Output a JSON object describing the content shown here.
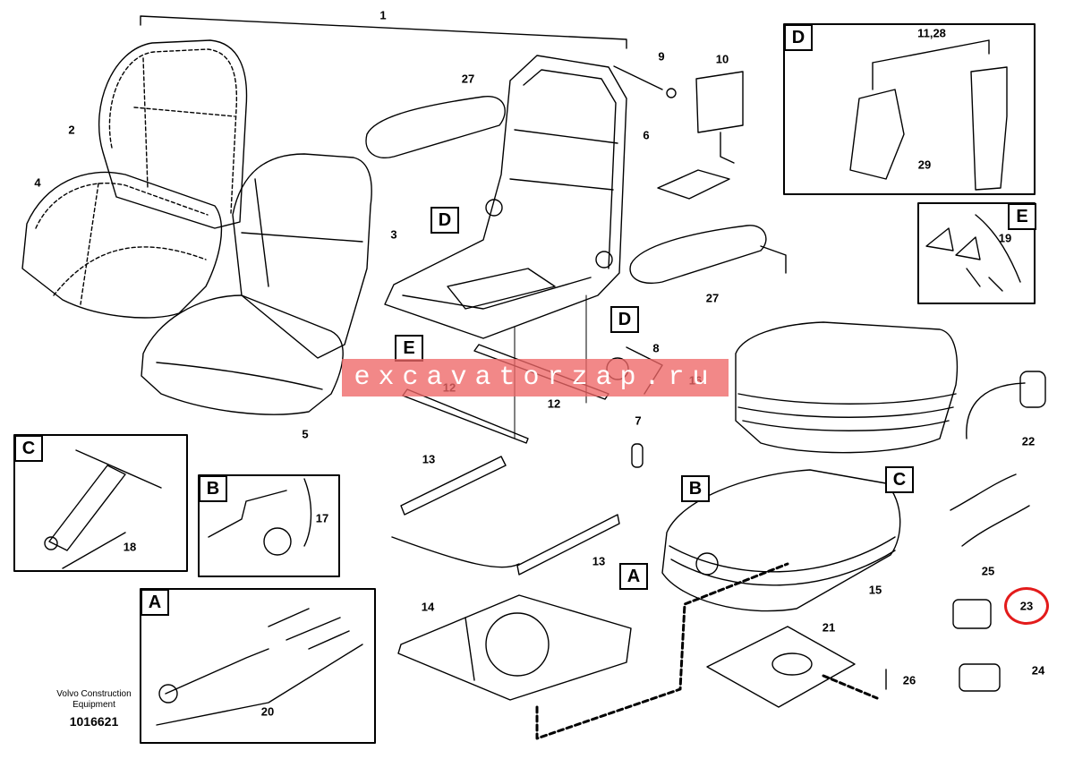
{
  "callouts": {
    "c1": "1",
    "c2": "2",
    "c3": "3",
    "c4": "4",
    "c5": "5",
    "c6": "6",
    "c7": "7",
    "c8": "8",
    "c9": "9",
    "c10": "10",
    "c11_28": "11,28",
    "c12a": "12",
    "c12b": "12",
    "c13a": "13",
    "c13b": "13",
    "c14": "14",
    "c15": "15",
    "c16": "16",
    "c17": "17",
    "c18": "18",
    "c19": "19",
    "c20": "20",
    "c21": "21",
    "c22": "22",
    "c23": "23",
    "c24": "24",
    "c25": "25",
    "c26": "26",
    "c27a": "27",
    "c27b": "27",
    "c29": "29"
  },
  "boxes": {
    "d_main": "D",
    "d1": "D",
    "d2": "D",
    "e_main": "E",
    "e1": "E",
    "c_main": "C",
    "c1": "C",
    "b_main": "B",
    "b1": "B",
    "a_main": "A",
    "a1": "A"
  },
  "watermark": "excavatorzap.ru",
  "footer": {
    "brand_line1": "Volvo Construction",
    "brand_line2": "Equipment",
    "figure_number": "1016621"
  },
  "highlight_color": "#e31b1b",
  "watermark_color": "#ee6666"
}
